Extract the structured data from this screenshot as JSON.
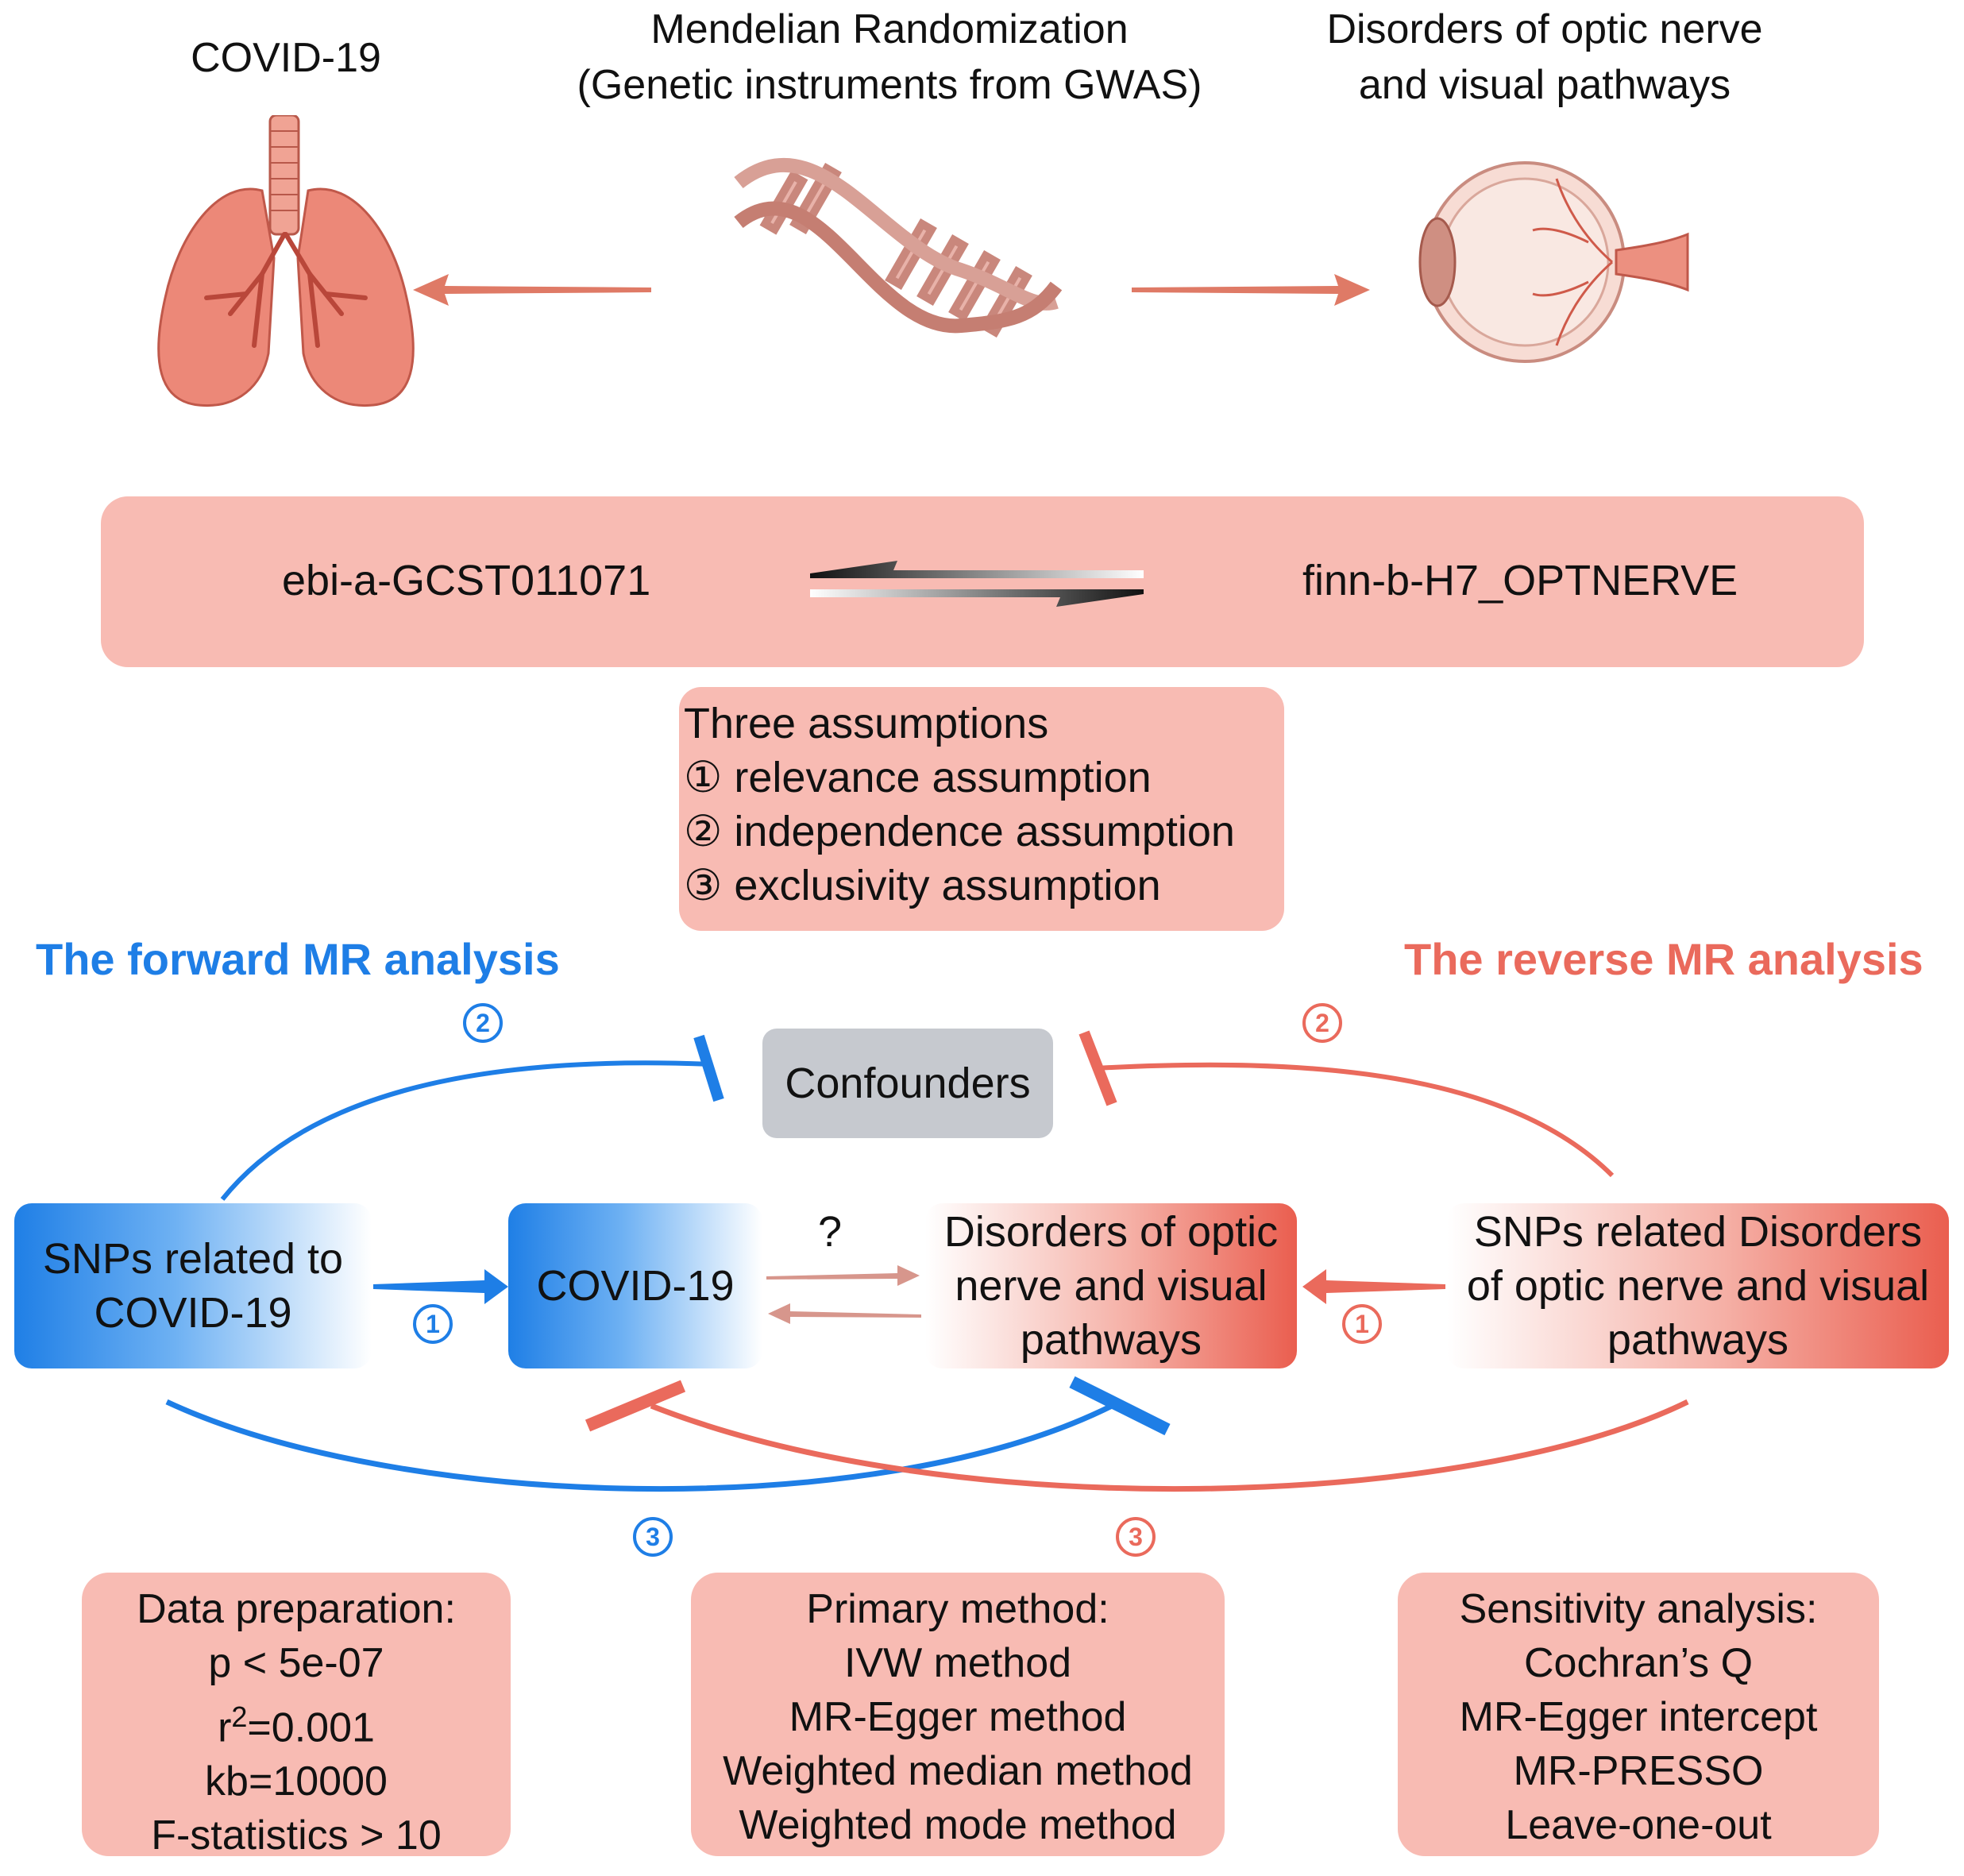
{
  "header": {
    "exposure": "COVID-19",
    "method": [
      "Mendelian Randomization",
      "(Genetic instruments from GWAS)"
    ],
    "outcome": [
      "Disorders of optic nerve",
      "and visual pathways"
    ]
  },
  "icons": {
    "lungs": "lungs-icon",
    "dna": "dna-helix-icon",
    "eye": "eyeball-icon"
  },
  "datasets": {
    "left": "ebi-a-GCST011071",
    "right": "finn-b-H7_OPTNERVE"
  },
  "assumptions": {
    "title": "Three assumptions",
    "items": [
      "① relevance assumption",
      "② independence assumption",
      "③ exclusivity assumption"
    ]
  },
  "sections": {
    "forward": "The forward MR analysis",
    "reverse": "The reverse MR analysis"
  },
  "nodes": {
    "confounders": "Confounders",
    "snps_covid": [
      "SNPs  related to",
      "COVID-19"
    ],
    "covid": "COVID-19",
    "question": "?",
    "disorders": [
      "Disorders of optic",
      "nerve and visual",
      "pathways"
    ],
    "snps_disorders": [
      "SNPs  related Disorders",
      "of optic nerve and visual",
      "pathways"
    ]
  },
  "markers": {
    "one": "1",
    "two": "2",
    "three": "3"
  },
  "methods": {
    "data_prep": [
      "Data preparation:",
      "p < 5e-07",
      "r",
      "2",
      "=0.001",
      "kb=10000",
      "F-statistics > 10"
    ],
    "primary": [
      "Primary method:",
      "IVW method",
      "MR-Egger method",
      "Weighted median method",
      "Weighted mode method"
    ],
    "sensitivity": [
      "Sensitivity analysis:",
      "Cochran’s Q",
      "MR-Egger intercept",
      "MR-PRESSO",
      "Leave-one-out"
    ]
  },
  "colors": {
    "blue": "#1e7ee6",
    "red": "#ea6a5c",
    "pink_box": "#f8bbb3",
    "grey_box": "#c6c9cf",
    "arrow": "#df7a66"
  }
}
